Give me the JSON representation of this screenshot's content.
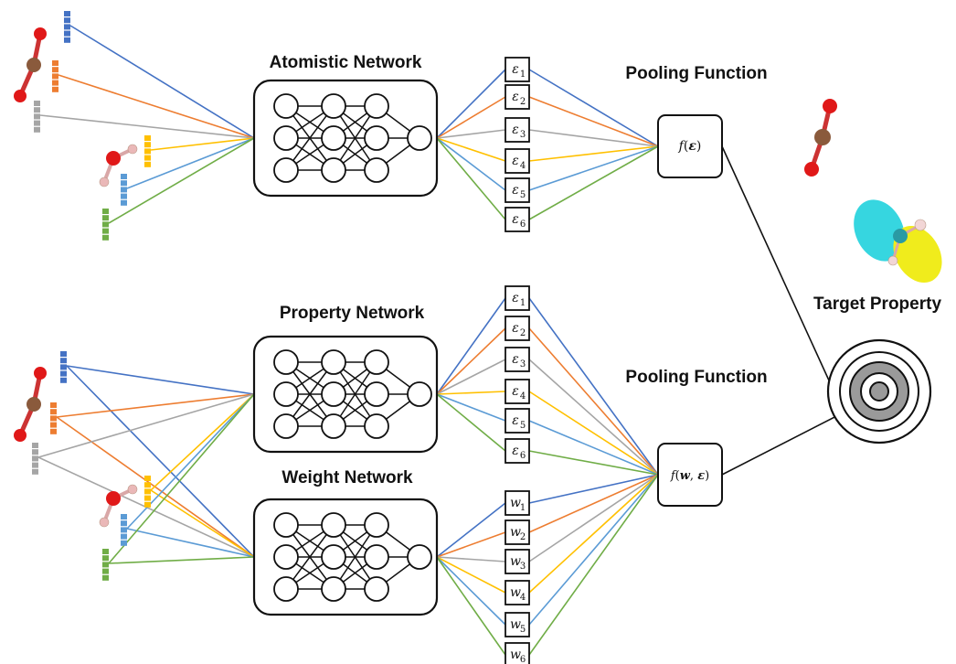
{
  "titles": {
    "atomistic_network": "Atomistic Network",
    "pooling_function_top": "Pooling Function",
    "property_network": "Property Network",
    "weight_network": "Weight Network",
    "pooling_function_bottom": "Pooling Function",
    "target_property": "Target Property"
  },
  "epsilon_symbol": "ε",
  "weight_symbol": "w",
  "output_indices": [
    "1",
    "2",
    "3",
    "4",
    "5",
    "6"
  ],
  "pool_top": {
    "f": "f",
    "open": "(",
    "arg": "ε",
    "close": ")"
  },
  "pool_bottom": {
    "f": "f",
    "open": "(",
    "arg1": "w",
    "comma": ", ",
    "arg2": "ε",
    "close": ")"
  },
  "colors": {
    "blue": "#4472C4",
    "orange": "#ED7D31",
    "gray": "#A5A5A5",
    "yellow": "#FFC000",
    "lightblue": "#5B9BD5",
    "green": "#70AD47",
    "oxygen": "#e01818",
    "carbon": "#8a5a3c",
    "hydrogen": "#eab8b8",
    "orbital_cyan": "#36d6e0",
    "orbital_yellow": "#f0ec1c"
  },
  "icons": [
    "co2-molecule-icon",
    "water-molecule-icon",
    "neural-network-icon",
    "target-icon",
    "molecular-orbital-icon"
  ]
}
